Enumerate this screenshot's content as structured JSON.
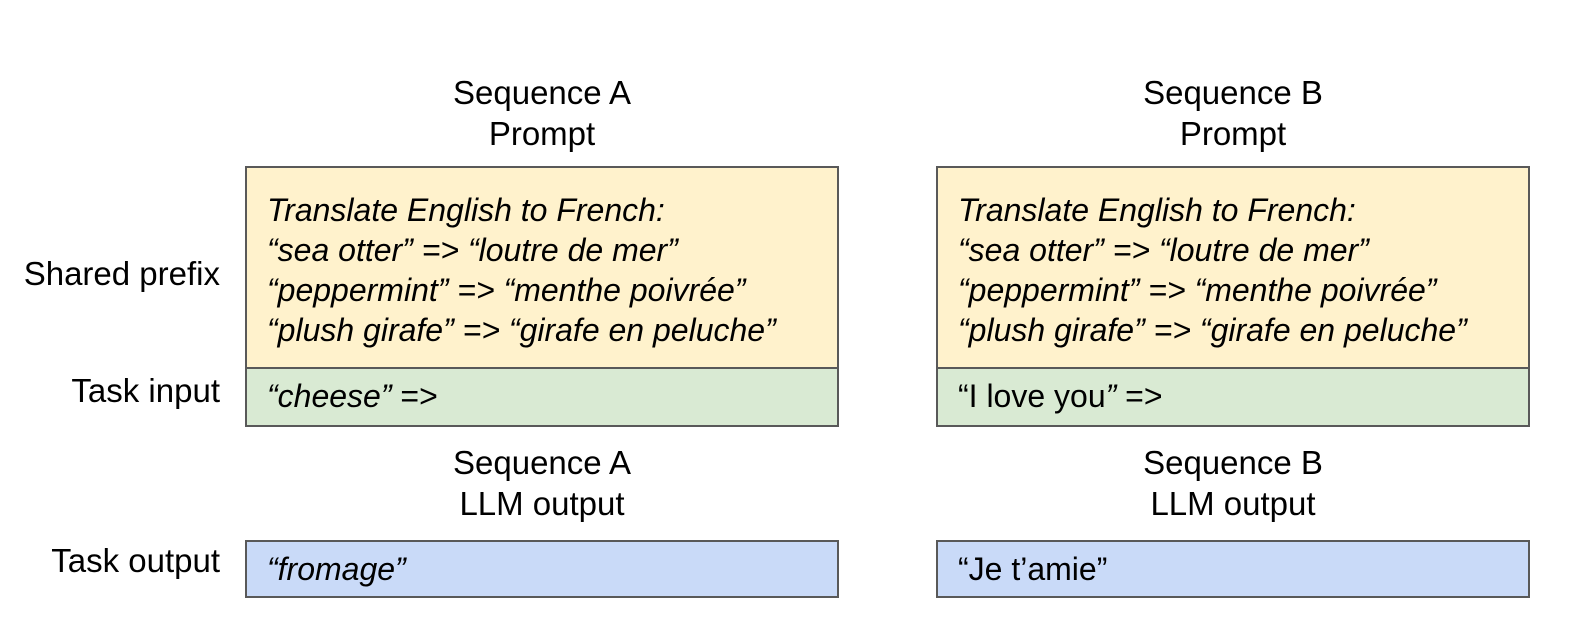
{
  "row_labels": {
    "shared_prefix": "Shared prefix",
    "task_input": "Task input",
    "task_output": "Task output"
  },
  "sequences": [
    {
      "prompt_header": [
        "Sequence A",
        "Prompt"
      ],
      "output_header": [
        "Sequence A",
        "LLM output"
      ],
      "prefix_lines": [
        "Translate English to French:",
        "“sea otter” => “loutre de mer”",
        "“peppermint” => “menthe poivrée”",
        "“plush girafe” => “girafe en peluche”"
      ],
      "task_input": {
        "text": "“cheese”",
        "arrow": " =>"
      },
      "task_output": "“fromage”"
    },
    {
      "prompt_header": [
        "Sequence B",
        "Prompt"
      ],
      "output_header": [
        "Sequence B",
        "LLM output"
      ],
      "prefix_lines": [
        "Translate English to French:",
        "“sea otter” => “loutre de mer”",
        "“peppermint” => “menthe poivrée”",
        "“plush girafe” => “girafe en peluche”"
      ],
      "task_input": {
        "open": "“",
        "text": "I love you",
        "close": "”",
        "arrow": " =>"
      },
      "task_output": "“Je t’amie”"
    }
  ],
  "colors": {
    "prefix_fill": "#fff2cc",
    "input_fill": "#d9ead3",
    "output_fill": "#c9daf8",
    "border": "#595959"
  }
}
